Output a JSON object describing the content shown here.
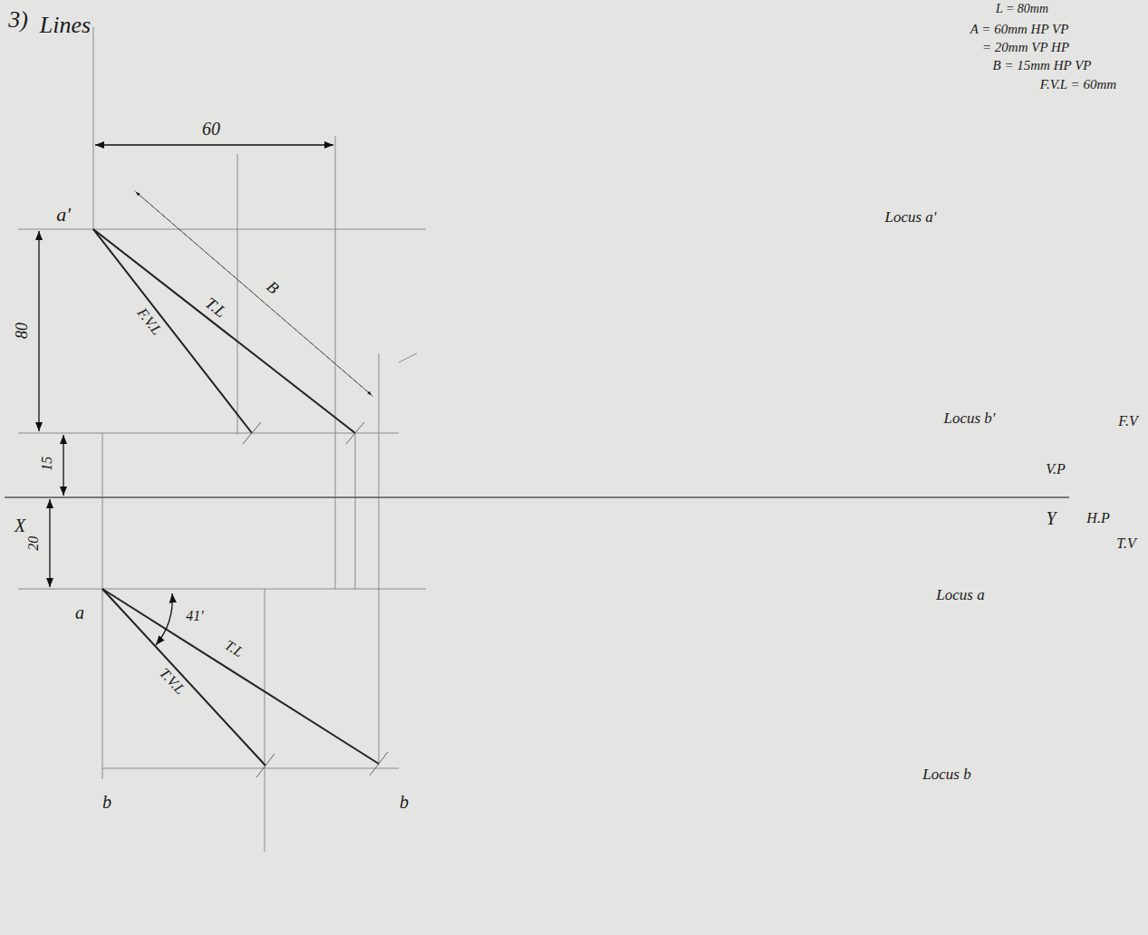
{
  "diagram": {
    "labels": [
      "3)",
      "Lines",
      "L = 80mm",
      "A = 60mm HP VP",
      "= 20mm VP HP",
      "B = 15mm HP VP",
      "F.V.L = 60mm",
      "60",
      "a'",
      "80",
      "F.V.L",
      "T.L",
      "B",
      "Locus a'",
      "Locus b'",
      "F.V",
      "V.P",
      "X",
      "15",
      "Y",
      "H.P",
      "T.V",
      "20",
      "a",
      "41'",
      "T.L",
      "T.V.L",
      "Locus a",
      "b",
      "b",
      "Locus b"
    ]
  }
}
